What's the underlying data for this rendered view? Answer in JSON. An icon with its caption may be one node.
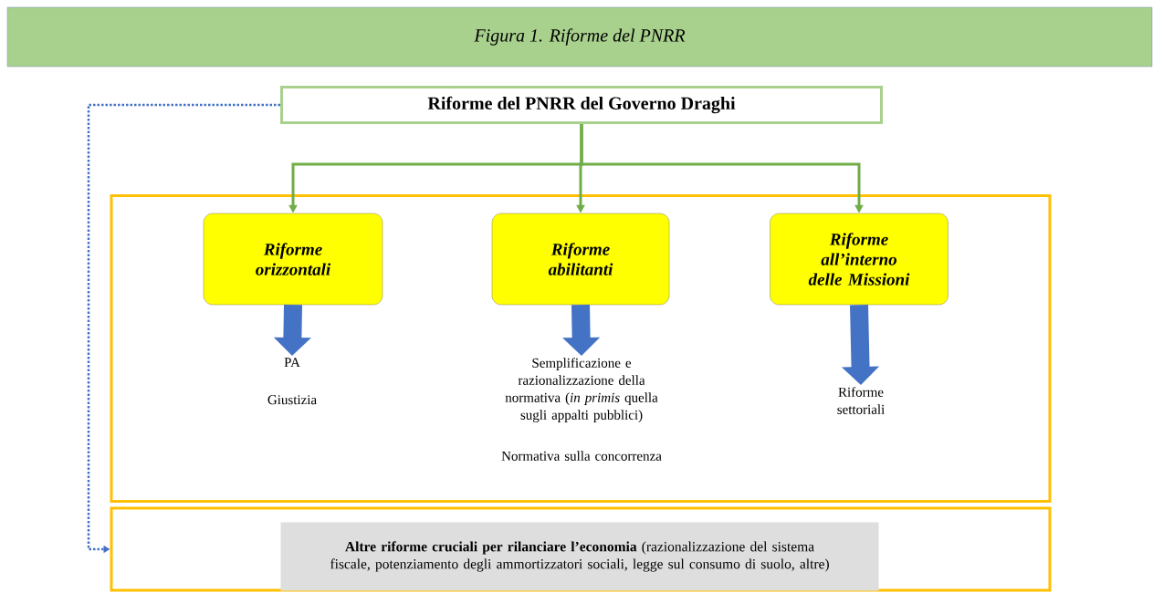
{
  "diagram": {
    "title": "Figura 1. Riforme del PNRR",
    "nodes": [
      {
        "text": [
          "Riforme del PNRR del Governo Draghi"
        ]
      },
      {
        "text": [],
        "shape": "box"
      },
      {
        "text": [
          "Riforme orizzontali"
        ],
        "in": 1
      },
      {
        "text": [
          "Riforme abilitanti"
        ],
        "in": 1
      },
      {
        "text": [
          "Riforme all’interno delle Missioni"
        ],
        "in": 1
      },
      {
        "text": [
          "PA",
          "Giustizia"
        ],
        "in": 1
      },
      {
        "text": [
          "Semplificazione e razionalizzazione della normativa (*in primis* quella sugli appalti pubblici)",
          "Normativa sulla concorrenza"
        ],
        "in": 1
      },
      {
        "text": [
          "Riforme settoriali"
        ],
        "in": 1
      },
      {
        "text": [],
        "shape": "box"
      },
      {
        "text": [
          "**Altre riforme cruciali per rilanciare l’economia** (razionalizzazione del sistema fiscale, potenziamento degli ammortizzatori sociali, legge sul consumo di suolo, altre)"
        ],
        "in": 8
      }
    ],
    "edges": [
      {
        "from": 0,
        "to": 2,
        "arrow": "to",
        "color": "#70ad47"
      },
      {
        "from": 0,
        "to": 3,
        "arrow": "to",
        "color": "#70ad47"
      },
      {
        "from": 0,
        "to": 4,
        "arrow": "to",
        "color": "#70ad47"
      },
      {
        "from": 2,
        "to": 5,
        "arrow": "to",
        "style": "thick",
        "color": "#4472c4"
      },
      {
        "from": 3,
        "to": 6,
        "arrow": "to",
        "style": "thick",
        "color": "#4472c4"
      },
      {
        "from": 4,
        "to": 7,
        "arrow": "to",
        "style": "thick",
        "color": "#4472c4"
      },
      {
        "from": 0,
        "to": 8,
        "arrow": "to",
        "style": "dashed",
        "color": "#4472c4"
      }
    ]
  }
}
